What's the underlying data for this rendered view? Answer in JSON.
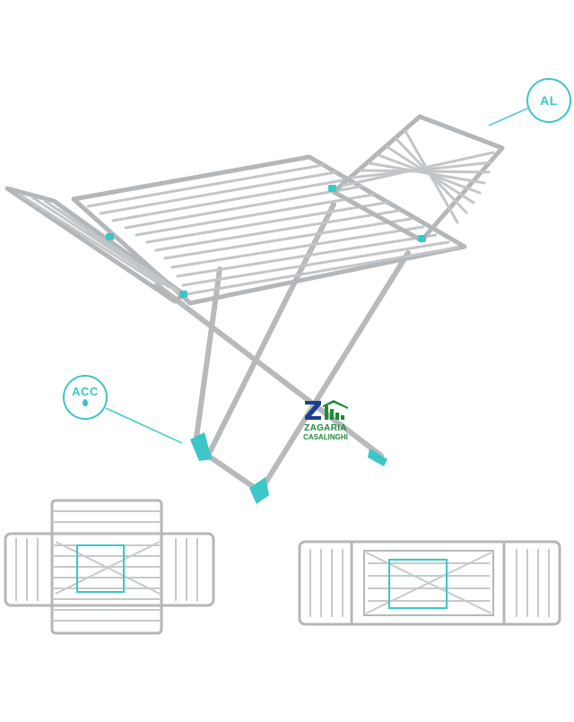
{
  "badges": {
    "al": "AL",
    "acc": "ACC"
  },
  "logo": {
    "line1": "ZAGARIA",
    "line2": "CASALINGHI"
  },
  "colors": {
    "frame": "#b9bcbf",
    "accent": "#3cc6c8",
    "brand_green": "#1e8a3a",
    "brand_blue": "#1b3f8f"
  }
}
